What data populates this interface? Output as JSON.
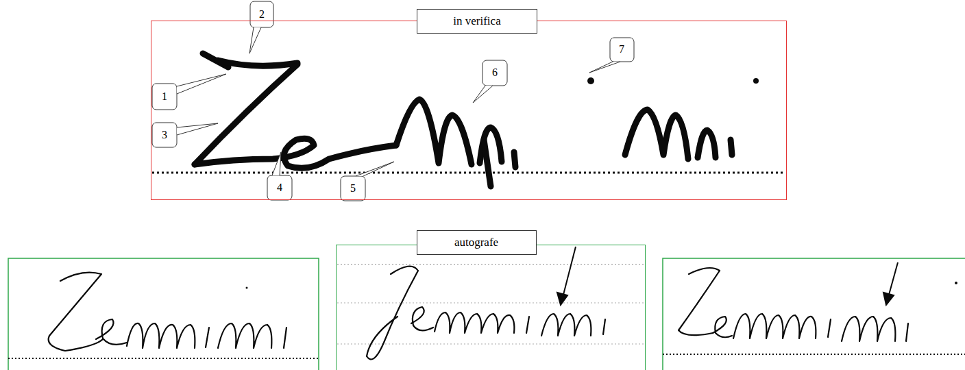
{
  "diagram": {
    "nodes": [
      {
        "text": [
          "in verifica"
        ]
      },
      {
        "text": [
          "autografe"
        ]
      }
    ],
    "labels": [
      "1",
      "2",
      "3",
      "4",
      "5",
      "6",
      "7"
    ]
  }
}
